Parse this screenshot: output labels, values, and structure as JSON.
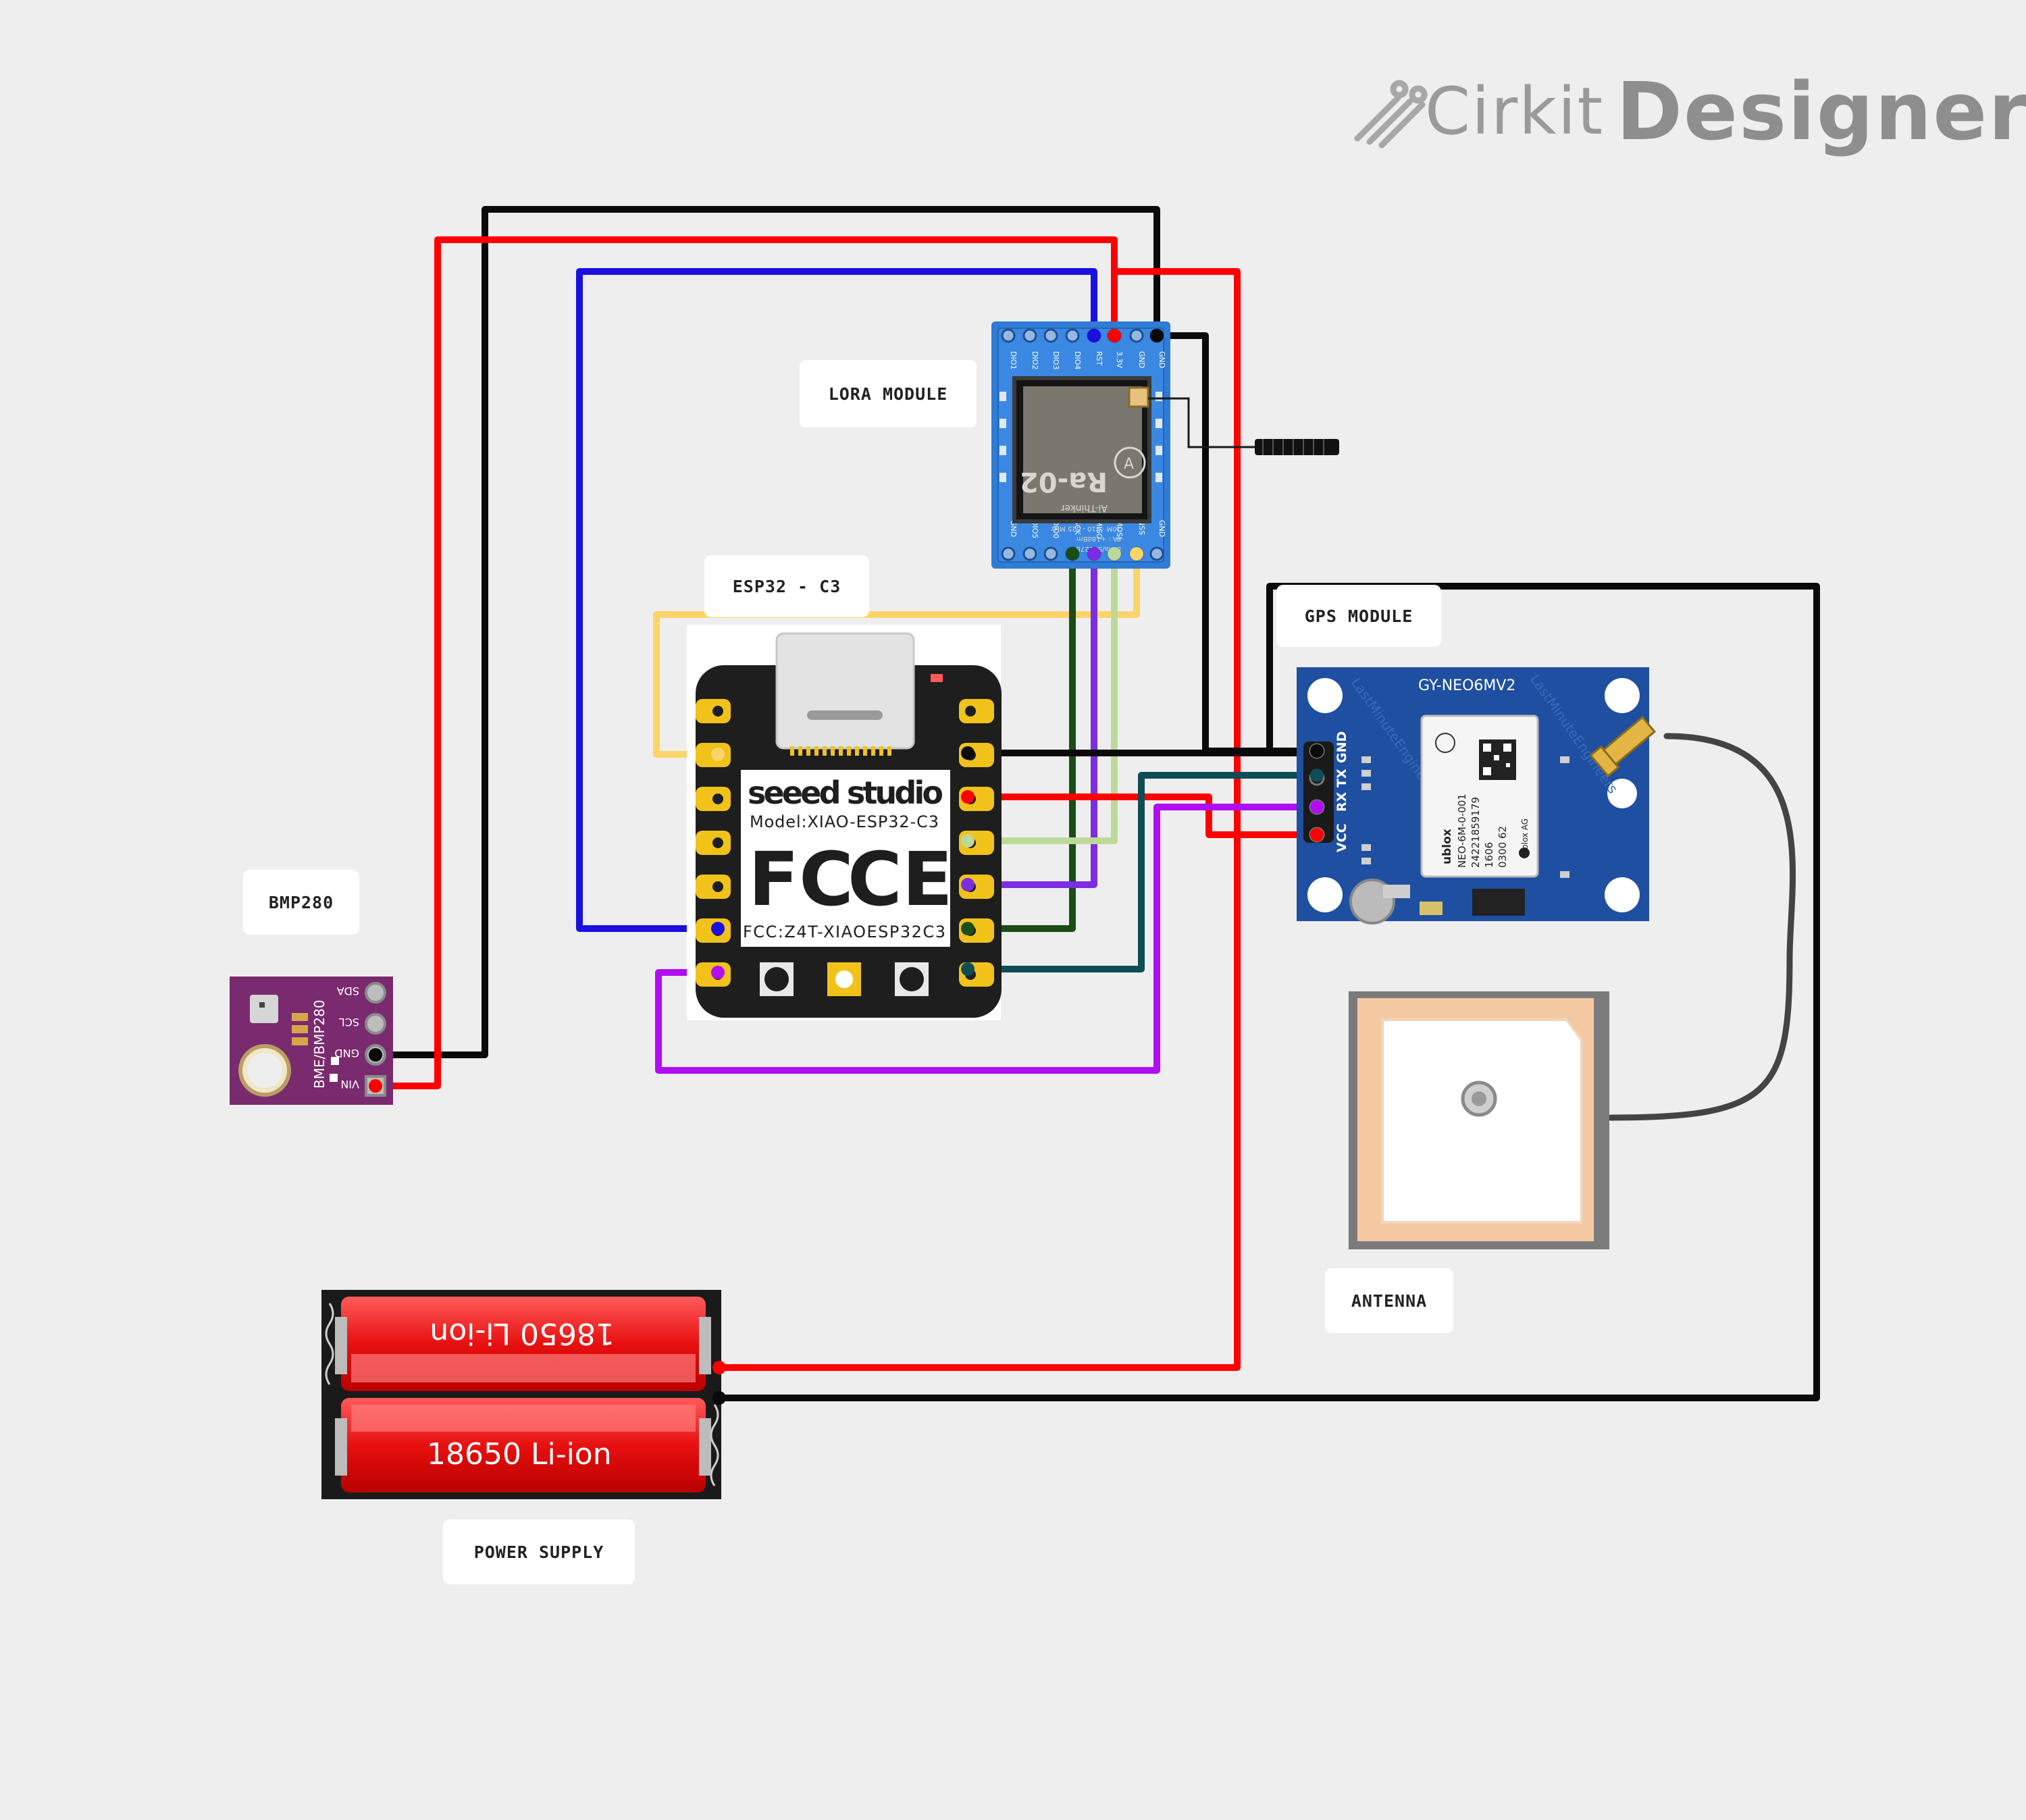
{
  "brand": {
    "word1": "Cirkit",
    "word2": "Designer",
    "icon": "cirkit-logo-icon"
  },
  "labels": {
    "lora": "LORA MODULE",
    "esp": "ESP32 - C3",
    "gps": "GPS MODULE",
    "bmp": "BMP280",
    "antenna": "ANTENNA",
    "power": "POWER SUPPLY"
  },
  "lora": {
    "top_pins": [
      "DIO1",
      "DIO2",
      "DIO3",
      "DIO4",
      "RST",
      "3.3V",
      "GND",
      "GND"
    ],
    "bottom_pins": [
      "GND",
      "DIO5",
      "DIO0",
      "SCK",
      "MISO",
      "MOSI",
      "NSS",
      "GND"
    ],
    "chip_title": "Ra-02",
    "chip_sub": "Ai-Thinker",
    "chip_specs": [
      "10M · 410 - 525 MHz",
      "PA : +18dBm",
      "LoRa/SX1278"
    ]
  },
  "esp": {
    "brand": "seeed studio",
    "model": "Model:XIAO-ESP32-C3",
    "fcc_logo": "FC",
    "ce_logo": "CE",
    "fcc_id": "FCC:Z4T-XIAOESP32C3"
  },
  "gps": {
    "model": "GY-NEO6MV2",
    "pins": [
      "VCC",
      "RX",
      "TX",
      "GND"
    ],
    "watermark": "LastMinuteEngineers",
    "chip_lines": [
      "ublox",
      "NEO-6M-0-001",
      "24221859179",
      "1606",
      "0300 62"
    ],
    "chip_badge": "u-blox AG"
  },
  "bmp": {
    "name": "BME/BMP280",
    "pins": [
      "SDA",
      "SCL",
      "GND",
      "VIN"
    ]
  },
  "battery": {
    "cell_top": "18650 Li-ion",
    "cell_bottom": "18650 Li-ion"
  },
  "colors": {
    "red": "#ff0000",
    "black": "#0a0a0a",
    "blue": "#1a10e0",
    "yellow": "#fcd46a",
    "dark_green": "#1b4d18",
    "purple": "#7b2ee0",
    "light_green": "#bdd99a",
    "teal": "#0e4d55",
    "magenta": "#b10df2",
    "gray": "#444444"
  }
}
